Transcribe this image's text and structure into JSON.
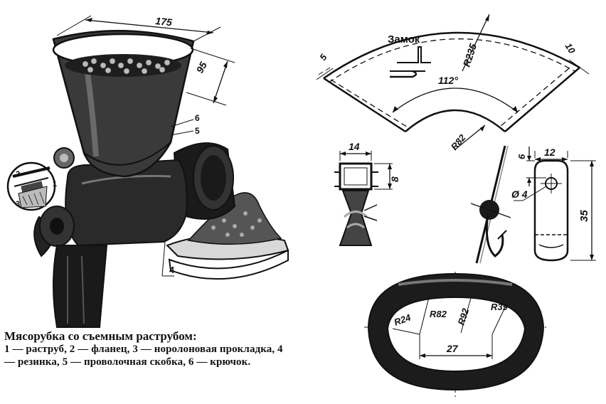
{
  "caption": {
    "title": "Мясорубка со съемным раструбом:",
    "body": "1 — раструб, 2 — фланец, 3 — норолоновая прокладка, 4 — резинка, 5 — проволочная скобка, 6 — крючок."
  },
  "grinder": {
    "dim_width": "175",
    "dim_depth": "95",
    "callout_1": "1",
    "callout_2": "2",
    "callout_3": "3",
    "callout_4": "4",
    "callout_5": "5",
    "callout_6": "6"
  },
  "sector": {
    "lock_label": "Замок",
    "angle": "112°",
    "outer_radius": "R235",
    "inner_radius": "R82",
    "left_seam": "5",
    "right_seam": "10"
  },
  "bracket": {
    "width": "14",
    "height": "8"
  },
  "hook_plate": {
    "width": "12",
    "offset": "6",
    "hole": "Ø 4",
    "length": "35"
  },
  "flange": {
    "r_inner": "R82",
    "r_left": "R24",
    "r_mid": "R92",
    "r_right": "R39",
    "width": "27"
  },
  "colors": {
    "ink": "#111111",
    "paper": "#ffffff"
  }
}
